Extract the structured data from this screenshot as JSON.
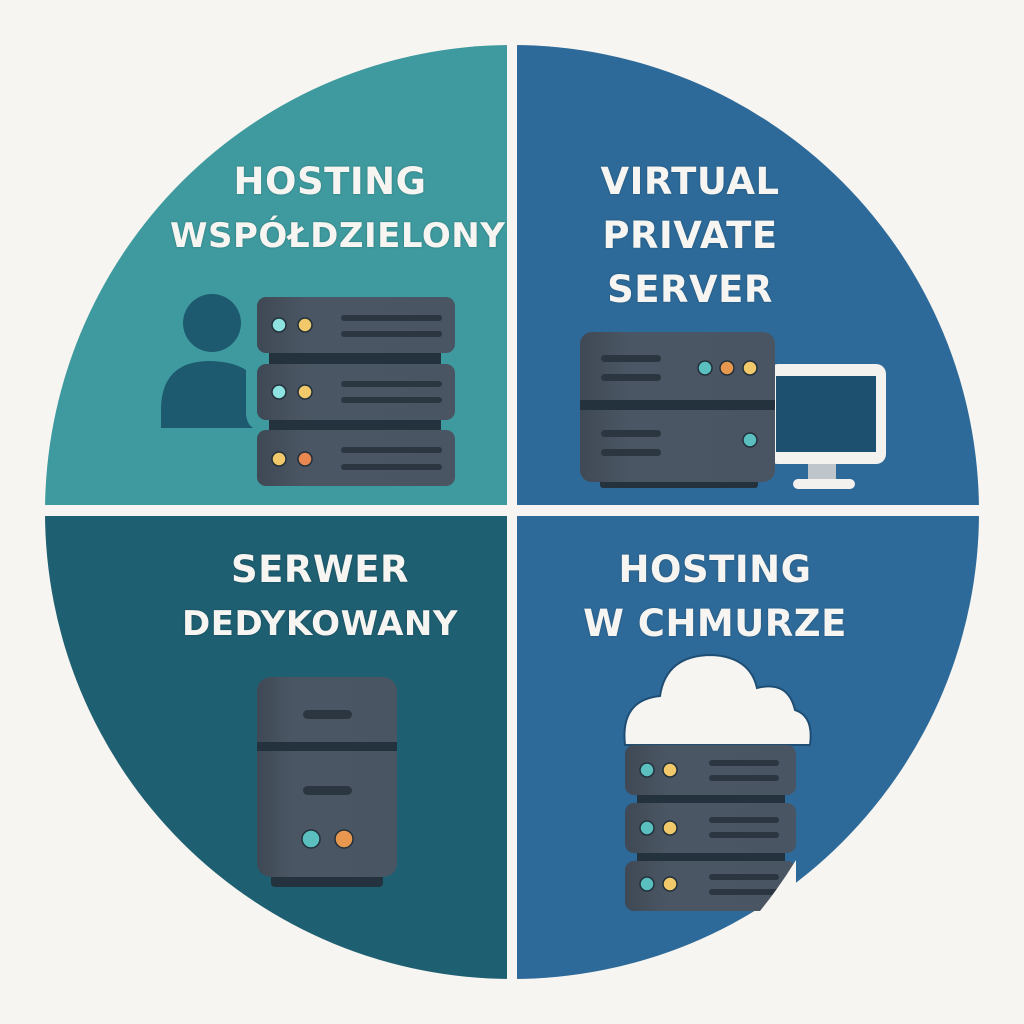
{
  "diagram": {
    "type": "four-quadrant circle",
    "colors": {
      "background": "#F7F5F1",
      "quadrant_top_left": "#3E9A9E",
      "quadrant_top_right": "#2D6A99",
      "quadrant_bottom_left": "#1E5F72",
      "quadrant_bottom_right": "#2E6A99",
      "server_body": "#4A5563",
      "server_dark": "#2B3640",
      "led_cyan": "#8EE3E0",
      "led_teal": "#5BBFBF",
      "led_yellow": "#F2C96A",
      "led_orange": "#E8874F",
      "label_text": "#F7F5F1"
    },
    "quadrants": [
      {
        "id": "top-left",
        "title_lines": [
          "HOSTING",
          "WSPÓŁDZIELONY"
        ],
        "icon": "user-with-server-stack-icon"
      },
      {
        "id": "top-right",
        "title_lines": [
          "VIRTUAL",
          "PRIVATE",
          "SERVER"
        ],
        "icon": "server-with-monitor-icon"
      },
      {
        "id": "bottom-left",
        "title_lines": [
          "SERWER",
          "DEDYKOWANY"
        ],
        "icon": "tower-server-icon"
      },
      {
        "id": "bottom-right",
        "title_lines": [
          "HOSTING",
          "W CHMURZE"
        ],
        "icon": "cloud-server-stack-icon"
      }
    ]
  }
}
